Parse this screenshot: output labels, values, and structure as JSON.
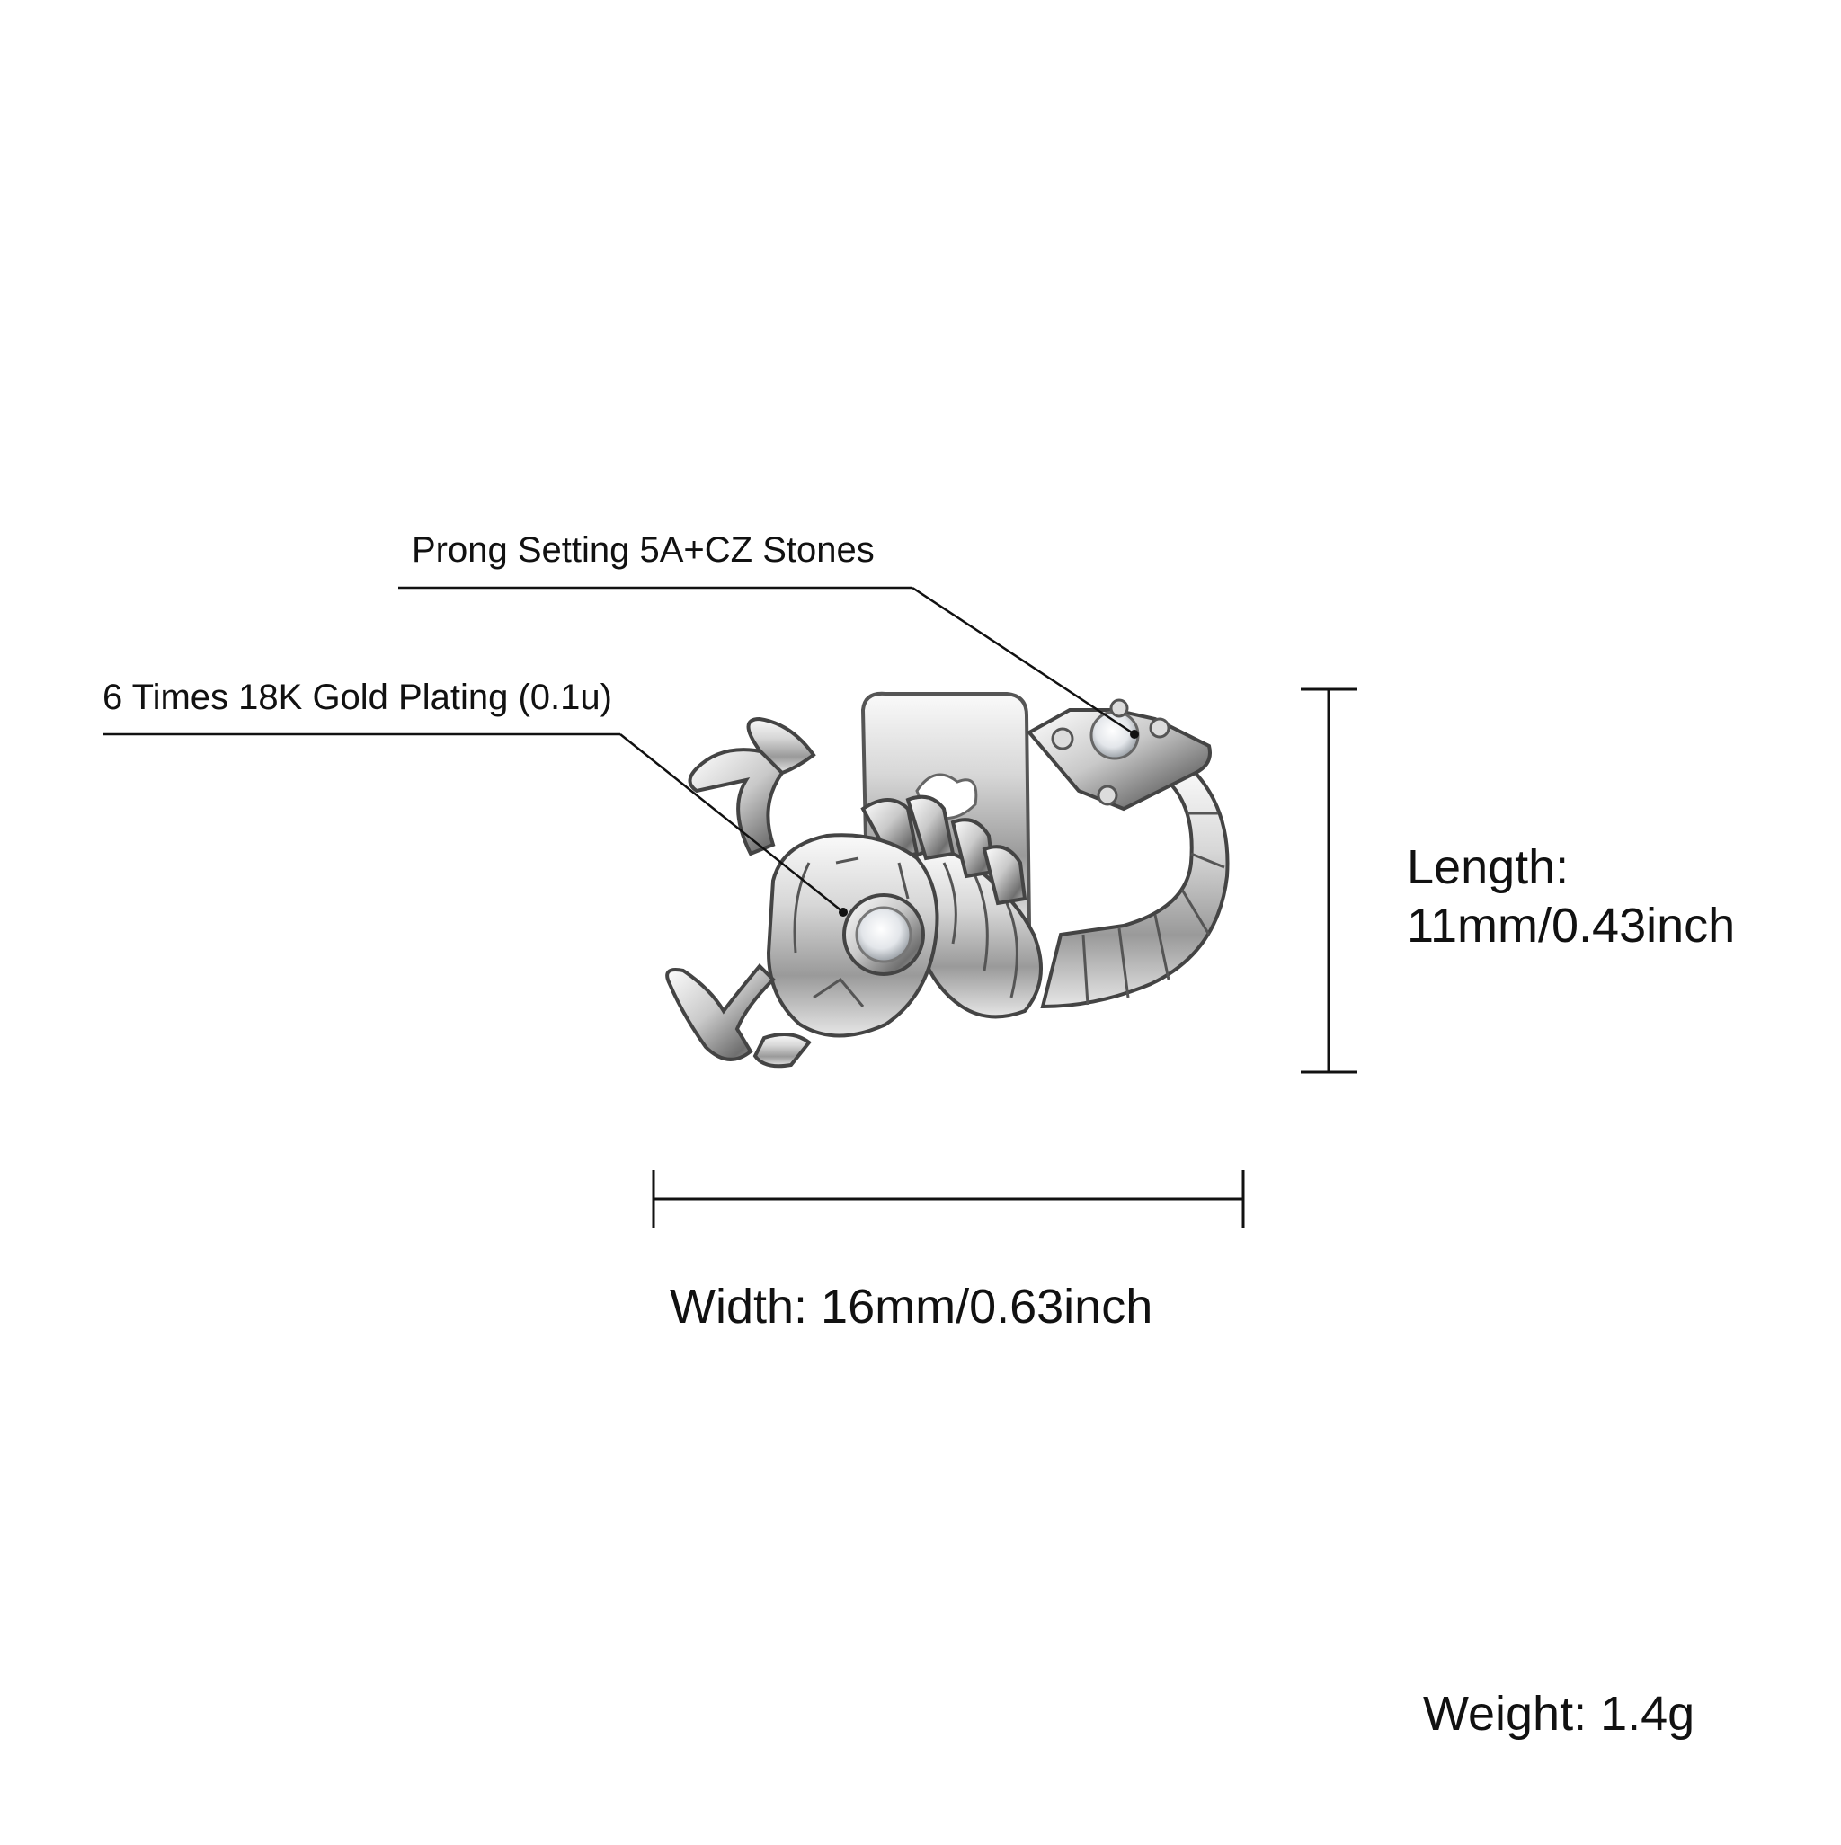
{
  "callouts": {
    "prong_setting": "Prong Setting 5A+CZ Stones",
    "gold_plating": "6 Times 18K Gold Plating (0.1u)"
  },
  "dimensions": {
    "length_label": "Length:",
    "length_value": "11mm/0.43inch",
    "width_text": "Width:  16mm/0.63inch",
    "weight_text": "Weight:  1.4g"
  },
  "colors": {
    "line": "#111111",
    "text": "#111111",
    "metal_light": "#f2f2f2",
    "metal_mid": "#b9b9b9",
    "metal_dark": "#5a5a5a"
  }
}
